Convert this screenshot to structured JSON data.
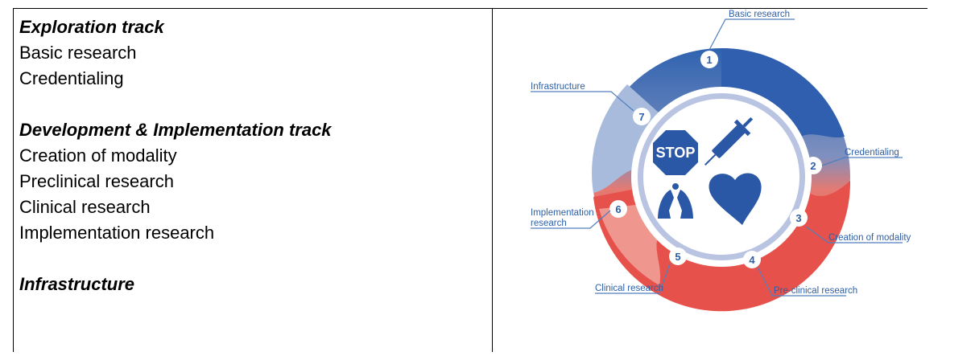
{
  "left": {
    "exploration": {
      "heading": "Exploration track",
      "items": [
        "Basic research",
        "Credentialing"
      ]
    },
    "development": {
      "heading": "Development & Implementation track",
      "items": [
        "Creation of modality",
        "Preclinical research",
        "Clinical research",
        "Implementation research"
      ]
    },
    "infrastructure": {
      "heading": "Infrastructure"
    }
  },
  "diagram": {
    "labels": {
      "basic": "Basic research",
      "credentialing": "Credentialing",
      "creation": "Creation of modality",
      "preclinical": "Pre-clinical research",
      "clinical": "Clinical research",
      "implementation_1": "Implementation",
      "implementation_2": "research",
      "infrastructure": "Infrastructure"
    },
    "numbers": [
      "1",
      "2",
      "3",
      "4",
      "5",
      "6",
      "7"
    ],
    "stop_sign": "STOP",
    "colors": {
      "blue": "#2d5fa8",
      "red": "#e0504a",
      "light_blue": "#8ea7d1",
      "leader": "#4f7fbf"
    }
  }
}
